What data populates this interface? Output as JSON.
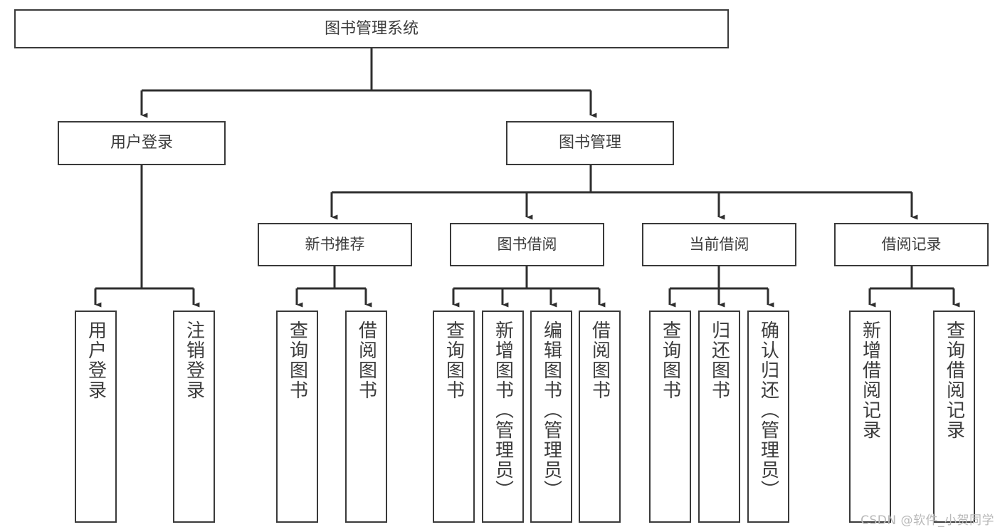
{
  "diagram": {
    "title": "图书管理系统",
    "type": "功能结构图",
    "watermark": "CSDN @软件_小贺同学",
    "colors": {
      "box_border": "#3a3a3a",
      "box_fill": "#ffffff",
      "text": "#3c3c3c",
      "connector": "#2f2f2f",
      "watermark": "#b8b8b8"
    },
    "root": {
      "label": "图书管理系统"
    },
    "level1": [
      {
        "id": "user-login",
        "label": "用户登录"
      },
      {
        "id": "book-manage",
        "label": "图书管理"
      }
    ],
    "level2": [
      {
        "id": "new-book-rec",
        "label": "新书推荐"
      },
      {
        "id": "book-borrow",
        "label": "图书借阅"
      },
      {
        "id": "current-borrow",
        "label": "当前借阅"
      },
      {
        "id": "borrow-record",
        "label": "借阅记录"
      }
    ],
    "leaves": {
      "user-login": [
        {
          "id": "leaf-user-login-1",
          "label": "用户登录"
        },
        {
          "id": "leaf-user-login-2",
          "label": "注销登录"
        }
      ],
      "new-book-rec": [
        {
          "id": "leaf-newbook-1",
          "label": "查询图书"
        },
        {
          "id": "leaf-newbook-2",
          "label": "借阅图书"
        }
      ],
      "book-borrow": [
        {
          "id": "leaf-borrow-1",
          "label": "查询图书"
        },
        {
          "id": "leaf-borrow-2",
          "label": "新增图书（管理员）"
        },
        {
          "id": "leaf-borrow-3",
          "label": "编辑图书（管理员）"
        },
        {
          "id": "leaf-borrow-4",
          "label": "借阅图书"
        }
      ],
      "current-borrow": [
        {
          "id": "leaf-current-1",
          "label": "查询图书"
        },
        {
          "id": "leaf-current-2",
          "label": "归还图书"
        },
        {
          "id": "leaf-current-3",
          "label": "确认归还（管理员）"
        }
      ],
      "borrow-record": [
        {
          "id": "leaf-record-1",
          "label": "新增借阅记录"
        },
        {
          "id": "leaf-record-2",
          "label": "查询借阅记录"
        }
      ]
    }
  }
}
